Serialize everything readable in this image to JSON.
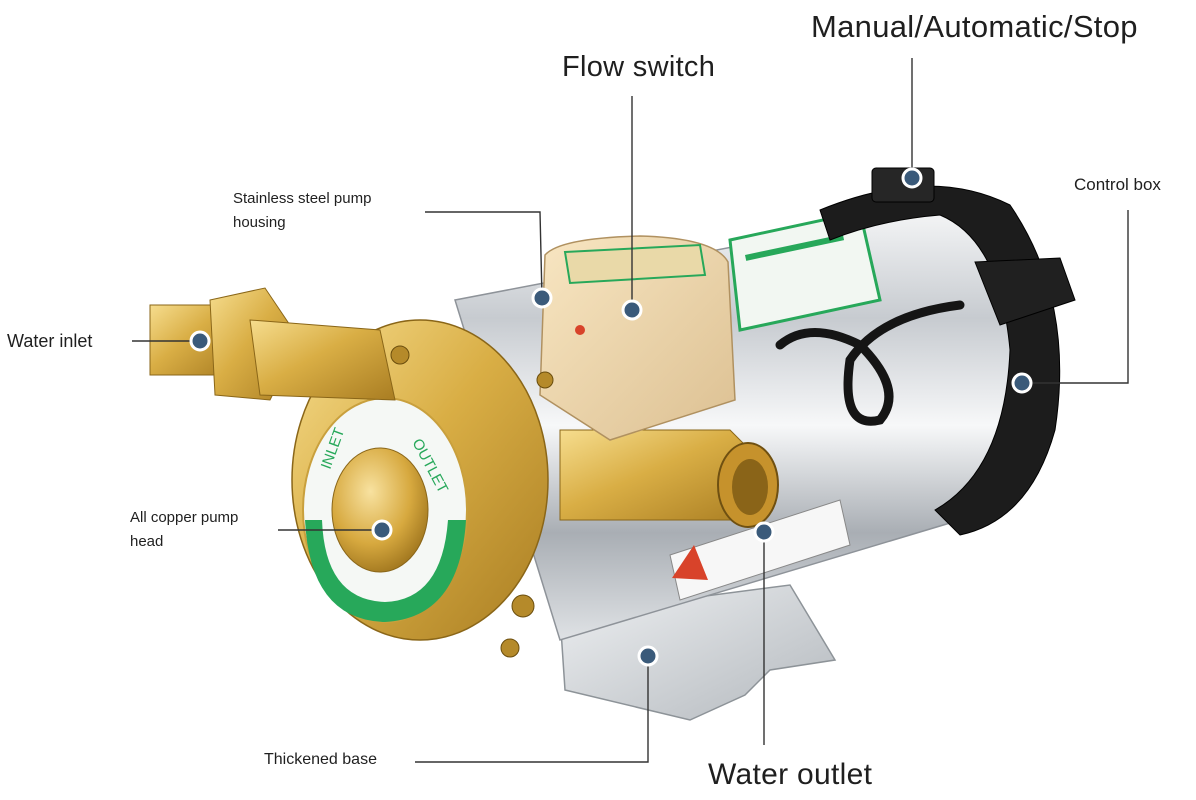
{
  "labels": {
    "manual_automatic_stop": "Manual/Automatic/Stop",
    "flow_switch": "Flow switch",
    "stainless_housing_line1": "Stainless steel pump",
    "stainless_housing_line2": "housing",
    "control_box": "Control box",
    "water_inlet": "Water inlet",
    "copper_head_line1": "All copper pump",
    "copper_head_line2": "head",
    "thickened_base": "Thickened base",
    "water_outlet": "Water outlet"
  },
  "decal": {
    "inlet": "INLET",
    "outlet": "OUTLET"
  },
  "colors": {
    "callout_dot": "#3a5a7a",
    "leader_line": "#333333",
    "brass": "#d8b04a",
    "stainless": "#c9cdd2",
    "control_box": "#1c1c1c",
    "decal_green": "#27a85a"
  }
}
